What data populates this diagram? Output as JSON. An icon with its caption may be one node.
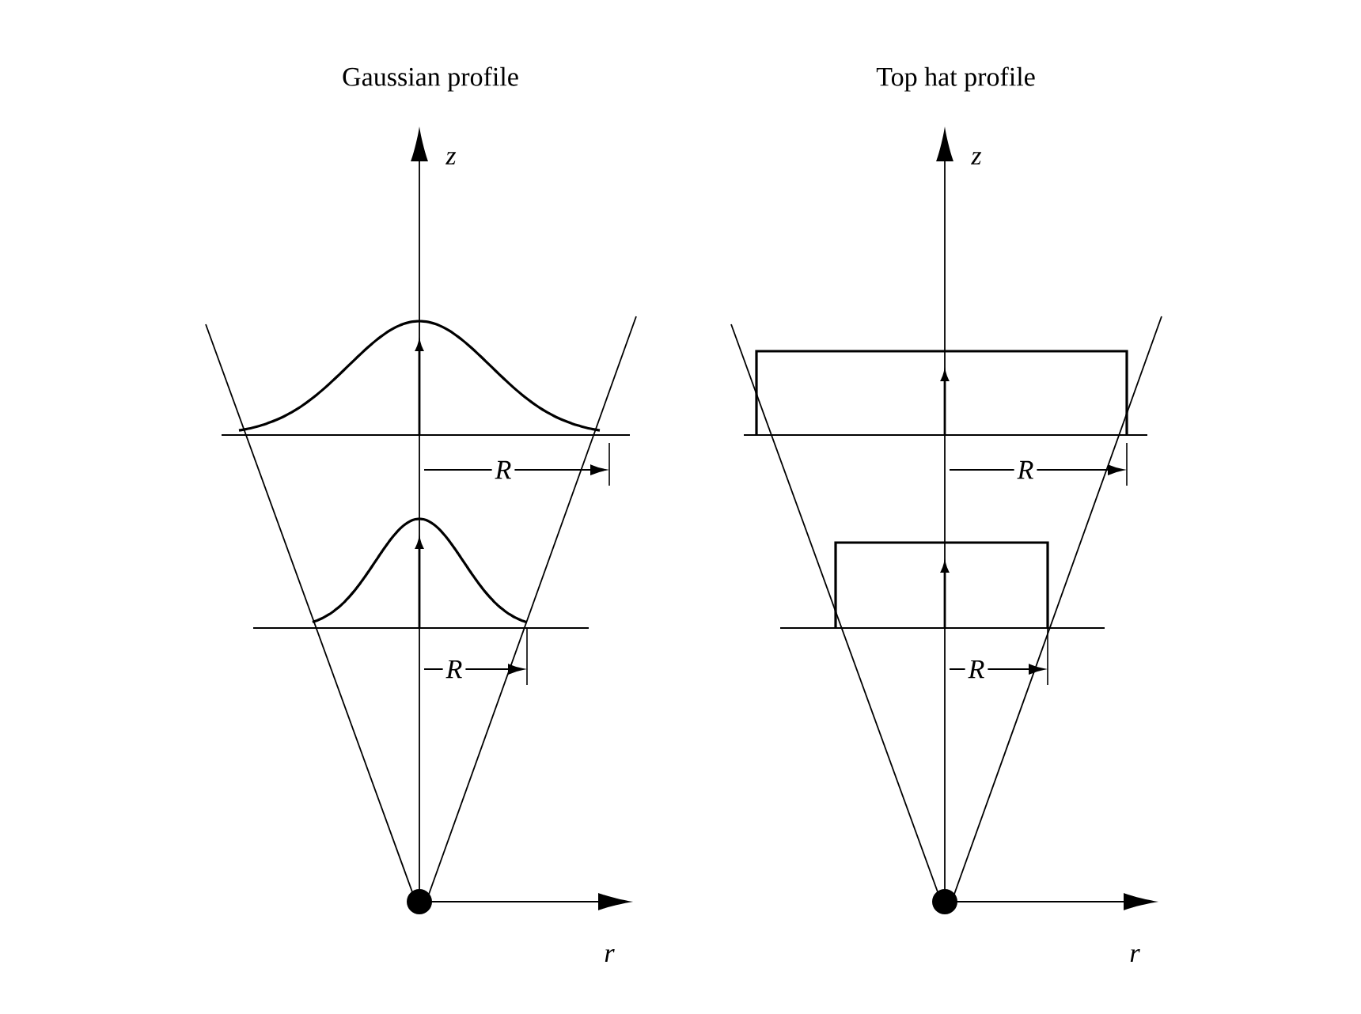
{
  "diagram": {
    "labels": [
      "Gaussian profile",
      "Top hat profile",
      "z",
      "z",
      "R",
      "R",
      "R",
      "R",
      "r",
      "r"
    ]
  }
}
